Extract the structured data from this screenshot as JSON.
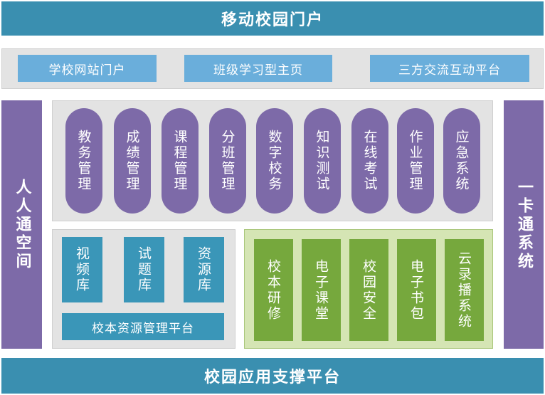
{
  "top_bar": "移动校园门户",
  "bottom_bar": "校园应用支撑平台",
  "portals": [
    "学校网站门户",
    "班级学习型主页",
    "三方交流互动平台"
  ],
  "left_side": "人人通空间",
  "right_side": "一卡通系统",
  "modules": [
    "教务管理",
    "成绩管理",
    "课程管理",
    "分班管理",
    "数字校务",
    "知识测试",
    "在线考试",
    "作业管理",
    "应急系统"
  ],
  "resources": [
    "视频库",
    "试题库",
    "资源库"
  ],
  "resource_platform": "校本资源管理平台",
  "green_modules": [
    "校本研修",
    "电子课堂",
    "校园安全",
    "电子书包",
    "云录播系统"
  ]
}
